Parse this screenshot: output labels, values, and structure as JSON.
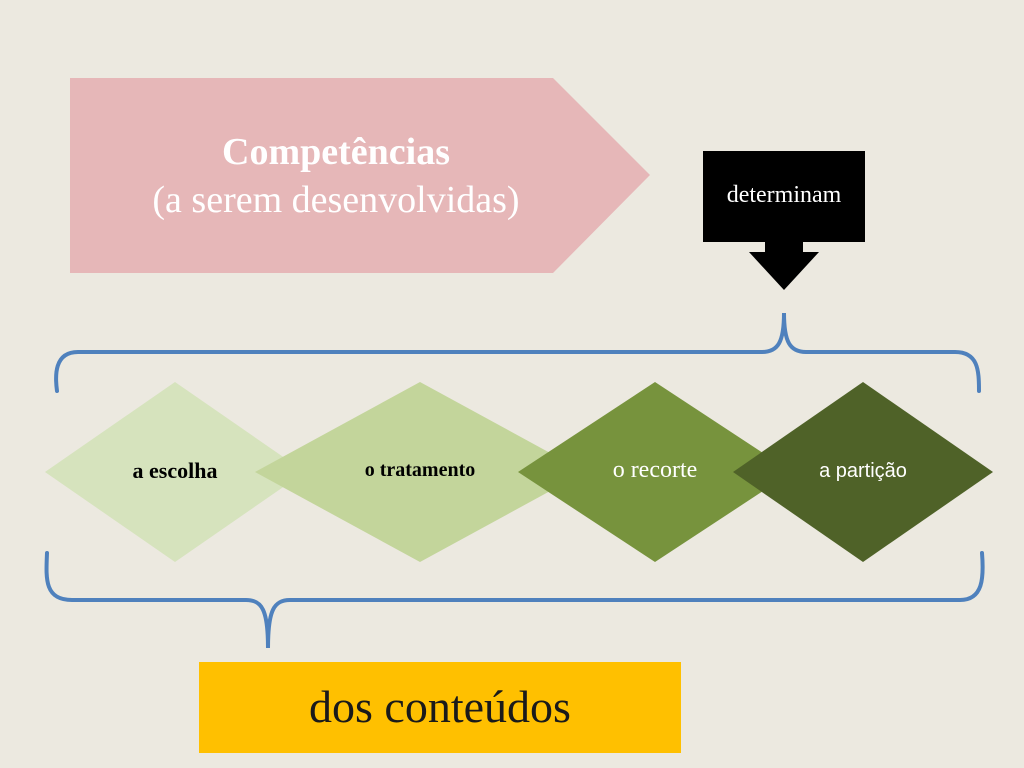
{
  "slide": {
    "competencias": {
      "title": "Competências",
      "subtitle": "(a serem desenvolvidas)",
      "fill": "#e6b7b8"
    },
    "determinam": {
      "label": "determinam",
      "fill": "#000000"
    },
    "diamonds": [
      {
        "label": "a escolha",
        "fill": "#d6e3bd"
      },
      {
        "label": "o tratamento",
        "fill": "#c3d59b"
      },
      {
        "label": "o recorte",
        "fill": "#77933d"
      },
      {
        "label": "a partição",
        "fill": "#4f6228"
      }
    ],
    "conteudos": {
      "label": "dos conteúdos",
      "fill": "#ffc000"
    },
    "bracket_color": "#4f81bd"
  }
}
